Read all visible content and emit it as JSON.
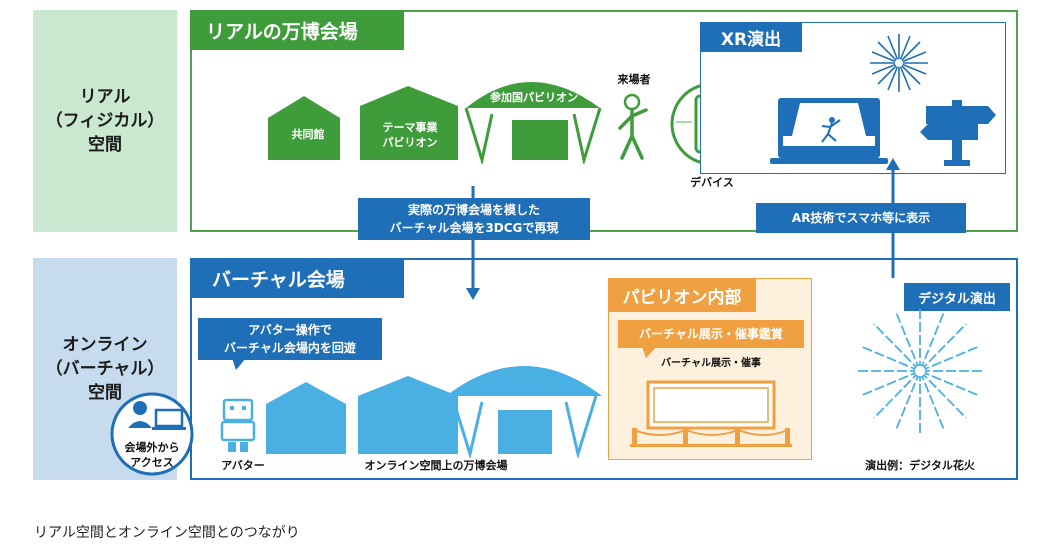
{
  "colors": {
    "real_bg": "#c9e8cf",
    "real_green": "#3f9c3a",
    "real_border": "#4fa34a",
    "online_bg": "#c6dcee",
    "online_blue": "#1f6fb8",
    "light_blue": "#4ab0e4",
    "orange": "#f0a040",
    "pavilion_bg": "#fdf0dc"
  },
  "real_row": {
    "label": "リアル\n（フィジカル）\n空間",
    "section_title": "リアルの万博会場",
    "buildings": {
      "shared": "共同館",
      "theme": "テーマ事業\nパビリオン",
      "country": "参加国パビリオン"
    },
    "visitor": "来場者",
    "device": "デバイス",
    "xr_title": "XR演出"
  },
  "arrows": {
    "down_label": "実際の万博会場を模した\nバーチャル会場を3DCGで再現",
    "up_label": "AR技術でスマホ等に表示"
  },
  "online_row": {
    "label": "オンライン\n（バーチャル）\n空間",
    "section_title": "バーチャル会場",
    "avatar_bubble": "アバター操作で\nバーチャル会場内を回遊",
    "outside_access": "会場外から\nアクセス",
    "avatar": "アバター",
    "venue_caption": "オンライン空間上の万博会場",
    "pavilion_title": "パビリオン内部",
    "pavilion_bubble": "バーチャル展示・催事鑑賞",
    "pavilion_stage": "バーチャル展示・催事",
    "digital_title": "デジタル演出",
    "digital_caption": "演出例：デジタル花火"
  },
  "caption": "リアル空間とオンライン空間とのつながり"
}
